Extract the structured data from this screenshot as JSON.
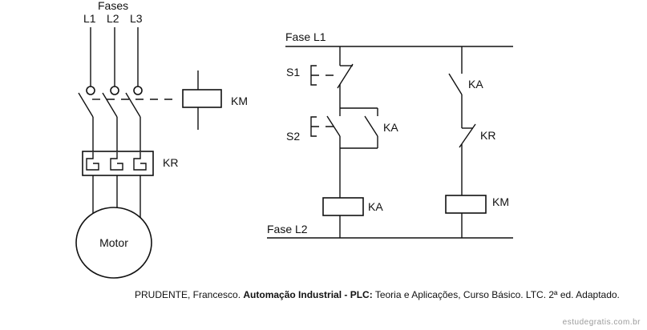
{
  "power": {
    "fases_label": "Fases",
    "phase_labels": [
      "L1",
      "L2",
      "L3"
    ],
    "contactor_coil_label": "KM",
    "overload_relay_label": "KR",
    "motor_label": "Motor"
  },
  "control": {
    "top_rail_label": "Fase L1",
    "bottom_rail_label": "Fase L2",
    "s1_label": "S1",
    "s2_label": "S2",
    "ka_seal_contact_label": "KA",
    "ka_coil_label": "KA",
    "ka_contact_label": "KA",
    "kr_contact_label": "KR",
    "km_coil_label": "KM"
  },
  "caption": {
    "author": "PRUDENTE, Francesco. ",
    "title_bold": "Automação Industrial - PLC:",
    "rest": " Teoria e Aplicações, Curso Básico. LTC. 2ª ed. Adaptado."
  },
  "watermark": "estudegratis.com.br"
}
